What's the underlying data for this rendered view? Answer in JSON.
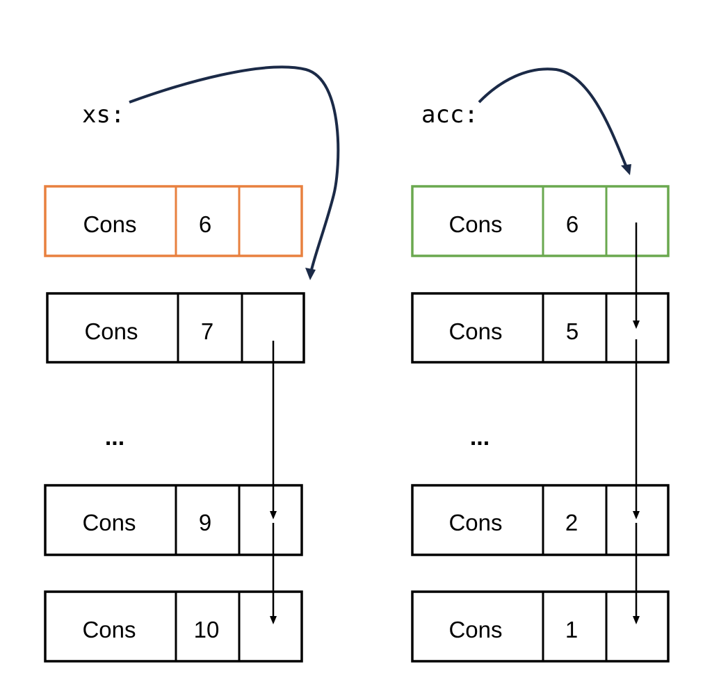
{
  "variables": {
    "xs": "xs:",
    "acc": "acc:"
  },
  "ellipsis": "...",
  "colors": {
    "xs_head_border": "#e8803f",
    "acc_head_border": "#6aa84f",
    "default_border": "#000000",
    "arrow_curve": "#1b2a47"
  },
  "lists": {
    "xs": [
      {
        "constructor": "Cons",
        "value": "6"
      },
      {
        "constructor": "Cons",
        "value": "7"
      },
      {
        "constructor": "Cons",
        "value": "9"
      },
      {
        "constructor": "Cons",
        "value": "10"
      }
    ],
    "acc": [
      {
        "constructor": "Cons",
        "value": "6"
      },
      {
        "constructor": "Cons",
        "value": "5"
      },
      {
        "constructor": "Cons",
        "value": "2"
      },
      {
        "constructor": "Cons",
        "value": "1"
      }
    ]
  }
}
